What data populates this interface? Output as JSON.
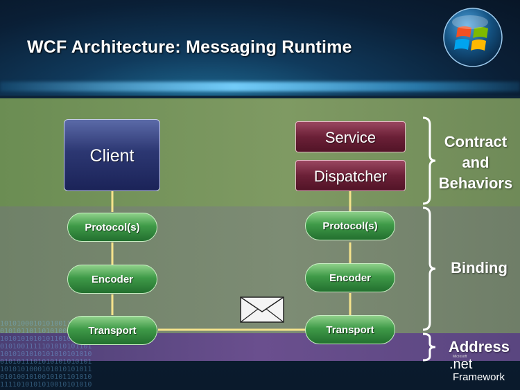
{
  "title": "WCF Architecture: Messaging Runtime",
  "client": {
    "label": "Client"
  },
  "service_side": {
    "service": "Service",
    "dispatcher": "Dispatcher"
  },
  "client_stack": {
    "protocol": "Protocol(s)",
    "encoder": "Encoder",
    "transport": "Transport"
  },
  "service_stack": {
    "protocol": "Protocol(s)",
    "encoder": "Encoder",
    "transport": "Transport"
  },
  "brackets": {
    "contract": [
      "Contract",
      "and",
      "Behaviors"
    ],
    "binding": "Binding",
    "address": "Address"
  },
  "branding": {
    "microsoft": "Microsoft",
    "net": ".net",
    "framework": "Framework"
  },
  "icons": [
    "windows-logo-icon",
    "envelope-icon"
  ],
  "colors": {
    "connector": "#f5e38c",
    "green_pill": "#3f9a48",
    "maroon_box": "#6b2037",
    "client_box": "#2c3772",
    "address_band": "#5a4680"
  }
}
